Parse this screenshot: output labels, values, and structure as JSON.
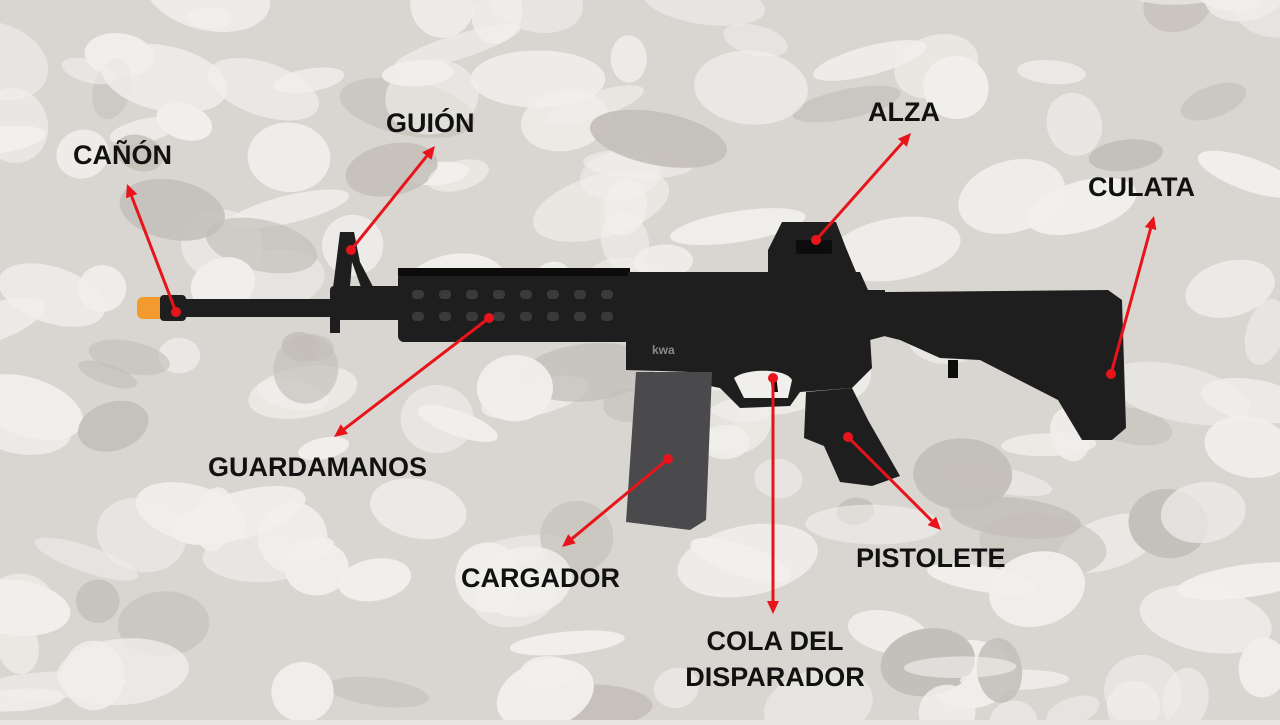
{
  "diagram": {
    "colors": {
      "arrow": "#e8141b",
      "label": "#111111",
      "rifle_body": "#1e1e1f",
      "rifle_edge": "#0c0c0d",
      "magazine": "#4a4a4d",
      "muzzle_tip": "#f29a2e",
      "camo_light": "#f1efec",
      "camo_mid": "#d9d6d1",
      "camo_dark": "#c3bfb9"
    },
    "icons": {
      "rifle": "rifle-illustration",
      "arrow": "arrow-icon"
    },
    "labels": {
      "canon": "CAÑÓN",
      "guion": "GUIÓN",
      "alza": "ALZA",
      "culata": "CULATA",
      "guardamanos": "GUARDAMANOS",
      "cargador": "CARGADOR",
      "cola_line1": "COLA DEL",
      "cola_line2": "DISPARADOR",
      "pistolete": "PISTOLETE"
    },
    "receiver_marking": "kwa"
  }
}
